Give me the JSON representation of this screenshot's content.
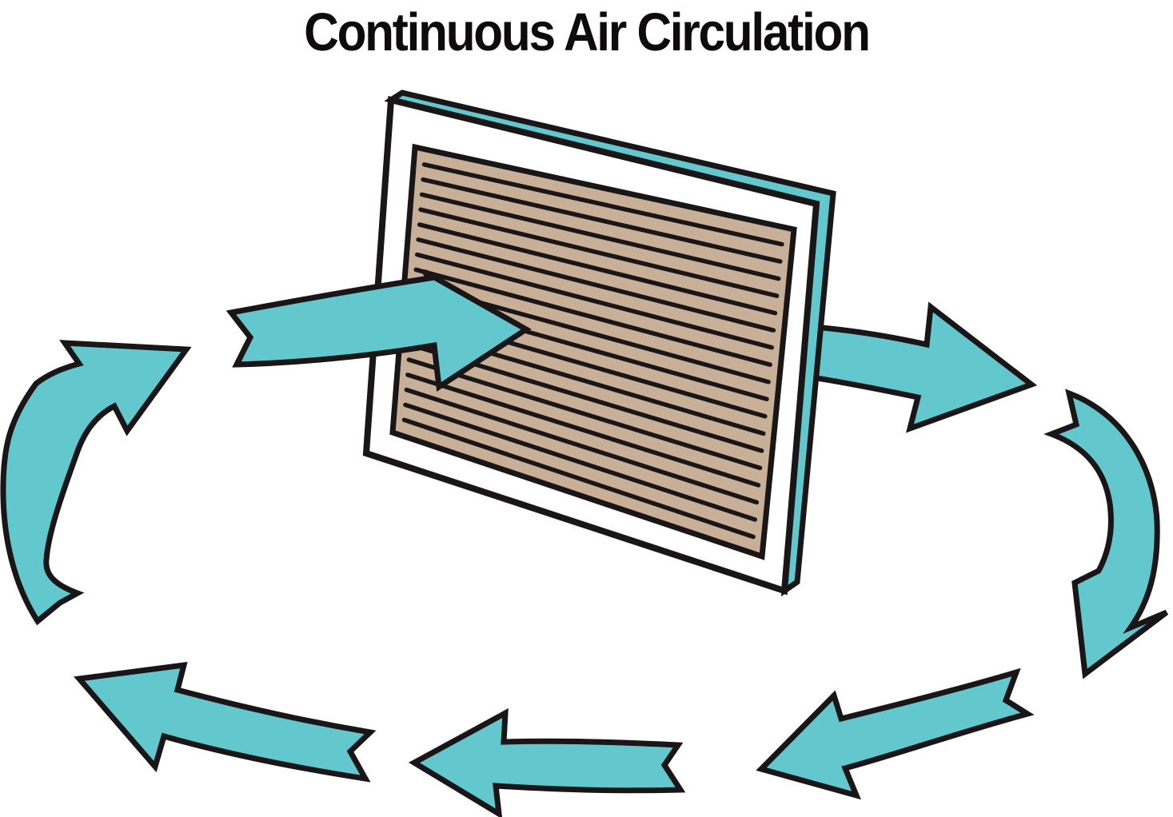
{
  "title": "Continuous Air Circulation",
  "colors": {
    "arrow": "#62c8ce",
    "filter_edge": "#62c8ce",
    "filter_media": "#c7b097",
    "outline": "#1a1618",
    "frame": "#ffffff",
    "background": "#ffffff",
    "title_color": "#0d0b0c"
  },
  "filter": {
    "name": "air-filter",
    "parts": [
      "white-frame",
      "teal-edge",
      "pleated-media"
    ],
    "pleat_line_count": 18
  },
  "arrows": [
    {
      "name": "inflow-arrow",
      "direction": "right, into filter face"
    },
    {
      "name": "outflow-arrow",
      "direction": "right, out of filter back"
    },
    {
      "name": "right-curve-arrow",
      "direction": "curving down on right side"
    },
    {
      "name": "bottom-right-arrow",
      "direction": "down-left"
    },
    {
      "name": "bottom-middle-arrow",
      "direction": "left"
    },
    {
      "name": "bottom-left-arrow",
      "direction": "up-left"
    },
    {
      "name": "left-curve-arrow",
      "direction": "curving up on left side"
    }
  ]
}
